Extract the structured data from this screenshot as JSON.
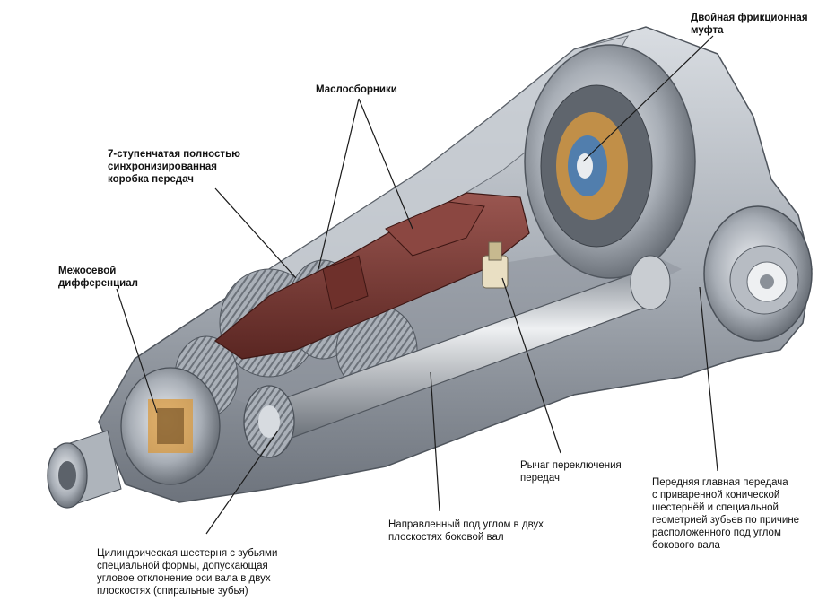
{
  "labels": {
    "dual_clutch": "Двойная фрикционная\nмуфта",
    "oil_collectors": "Маслосборники",
    "gearbox_7": "7-ступенчатая полностью\nсинхронизированная\nкоробка передач",
    "center_diff": "Межосевой\nдифференциал",
    "shift_lever": "Рычаг переключения\nпередач",
    "front_final_drive": "Передняя главная передача\nс приваренной конической\nшестернёй и специальной\nгеометрией зубьев по причине\nрасположенного под углом\nбокового вала",
    "side_shaft": "Направленный под углом в двух\nплоскостях боковой вал",
    "spur_gear": "Цилиндрическая шестерня с зубьями\nспециальной формы, допускающая\nугловое отклонение оси вала в двух\nплоскостях (спиральные зубья)"
  },
  "colors": {
    "housing": "#b9bec5",
    "housing_dark": "#6f7680",
    "shift_parts": "#7a3b36",
    "shaft": "#c9cdd2",
    "leader": "#1a1a1a"
  }
}
